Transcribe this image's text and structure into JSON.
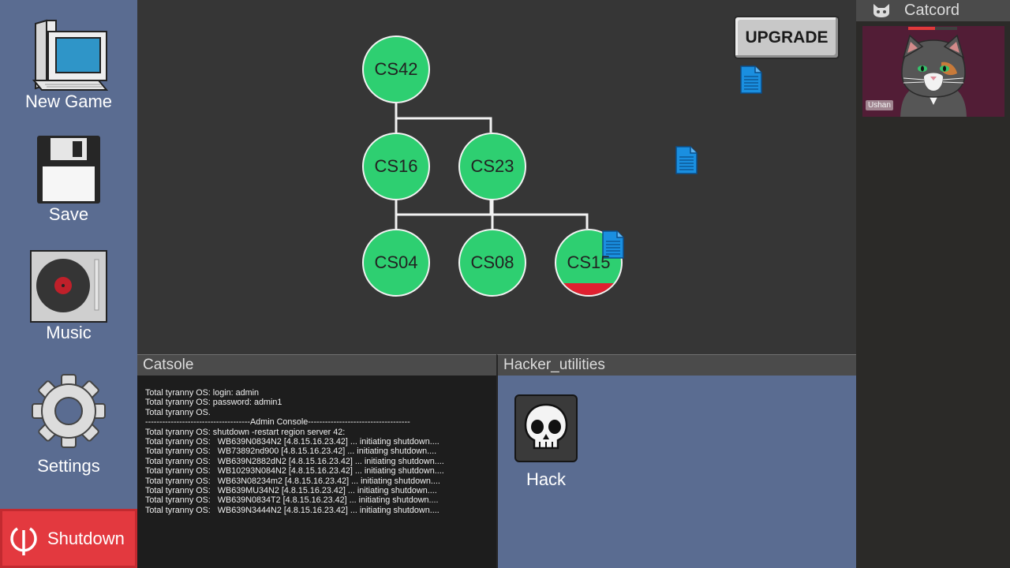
{
  "sidebar": {
    "items": [
      {
        "label": "New Game",
        "icon": "computer-icon"
      },
      {
        "label": "Save",
        "icon": "floppy-disk-icon"
      },
      {
        "label": "Music",
        "icon": "record-player-icon"
      },
      {
        "label": "Settings",
        "icon": "gear-icon"
      }
    ],
    "shutdown_label": "Shutdown"
  },
  "graph": {
    "upgrade_label": "UPGRADE",
    "nodes": [
      "CS42",
      "CS16",
      "CS23",
      "CS04",
      "CS08",
      "CS15"
    ],
    "cs15_damage_fraction": 0.18
  },
  "catsole": {
    "title": "Catsole",
    "lines": [
      "Total tyranny OS: login: admin",
      "Total tyranny OS: password: admin1",
      "Total tyranny OS.",
      "-------------------------------------Admin Console------------------------------------",
      "Total tyranny OS: shutdown -restart region server 42:",
      "Total tyranny OS:   WB639N0834N2 [4.8.15.16.23.42] ... initiating shutdown....",
      "Total tyranny OS:   WB73892nd900 [4.8.15.16.23.42] ... initiating shutdown....",
      "Total tyranny OS:   WB639N2882dN2 [4.8.15.16.23.42] ... initiating shutdown....",
      "Total tyranny OS:   WB10293N084N2 [4.8.15.16.23.42] ... initiating shutdown....",
      "Total tyranny OS:   WB63N08234m2 [4.8.15.16.23.42] ... initiating shutdown....",
      "Total tyranny OS:   WB639MU34N2 [4.8.15.16.23.42] ... initiating shutdown....",
      "Total tyranny OS:   WB639N0834T2 [4.8.15.16.23.42] ... initiating shutdown....",
      "Total tyranny OS:   WB639N3444N2 [4.8.15.16.23.42] ... initiating shutdown...."
    ]
  },
  "hacker": {
    "title": "Hacker_utilities",
    "tools": [
      {
        "label": "Hack",
        "icon": "skull-icon"
      }
    ]
  },
  "catcord": {
    "title": "Catcord",
    "user": "Ushan",
    "health_fraction": 0.55
  },
  "colors": {
    "sidebar": "#5a6c91",
    "node": "#2ecf71",
    "shutdown": "#e3393f",
    "damage": "#e02030",
    "document": "#1a8fe0"
  }
}
